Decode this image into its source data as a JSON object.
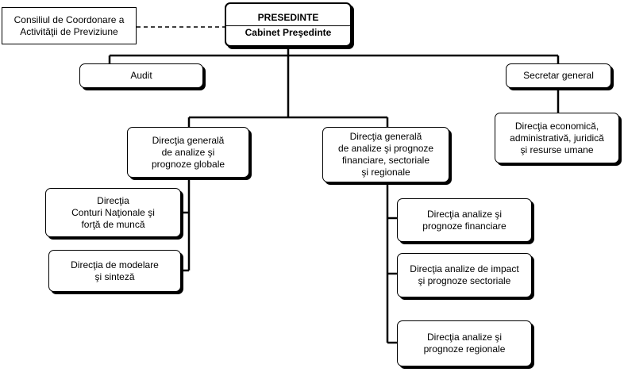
{
  "president": {
    "title": "PRESEDINTE",
    "subtitle": "Cabinet Preşedinte"
  },
  "council": {
    "label": "Consiliul de Coordonare a\nActivităţii de Previziune"
  },
  "audit": {
    "label": "Audit"
  },
  "secretary": {
    "label": "Secretar general"
  },
  "dir_economic": {
    "label": "Direcţia economică,\nadministrativă, juridică\nşi resurse umane"
  },
  "dg_global": {
    "label": "Direcţia generală\nde analize şi\nprognoze globale"
  },
  "dg_financial": {
    "label": "Direcţia generală\nde analize şi prognoze\nfinanciare, sectoriale\nşi regionale"
  },
  "dir_national_accounts": {
    "label": "Direcţia\nConturi Naţionale şi\nforţă de muncă"
  },
  "dir_modeling": {
    "label": "Direcţia de modelare\nşi sinteză"
  },
  "dir_fin_forecast": {
    "label": "Direcţia analize şi\nprognoze financiare"
  },
  "dir_impact": {
    "label": "Direcţia analize de impact\nşi prognoze sectoriale"
  },
  "dir_regional": {
    "label": "Direcţia analize şi\nprognoze regionale"
  }
}
